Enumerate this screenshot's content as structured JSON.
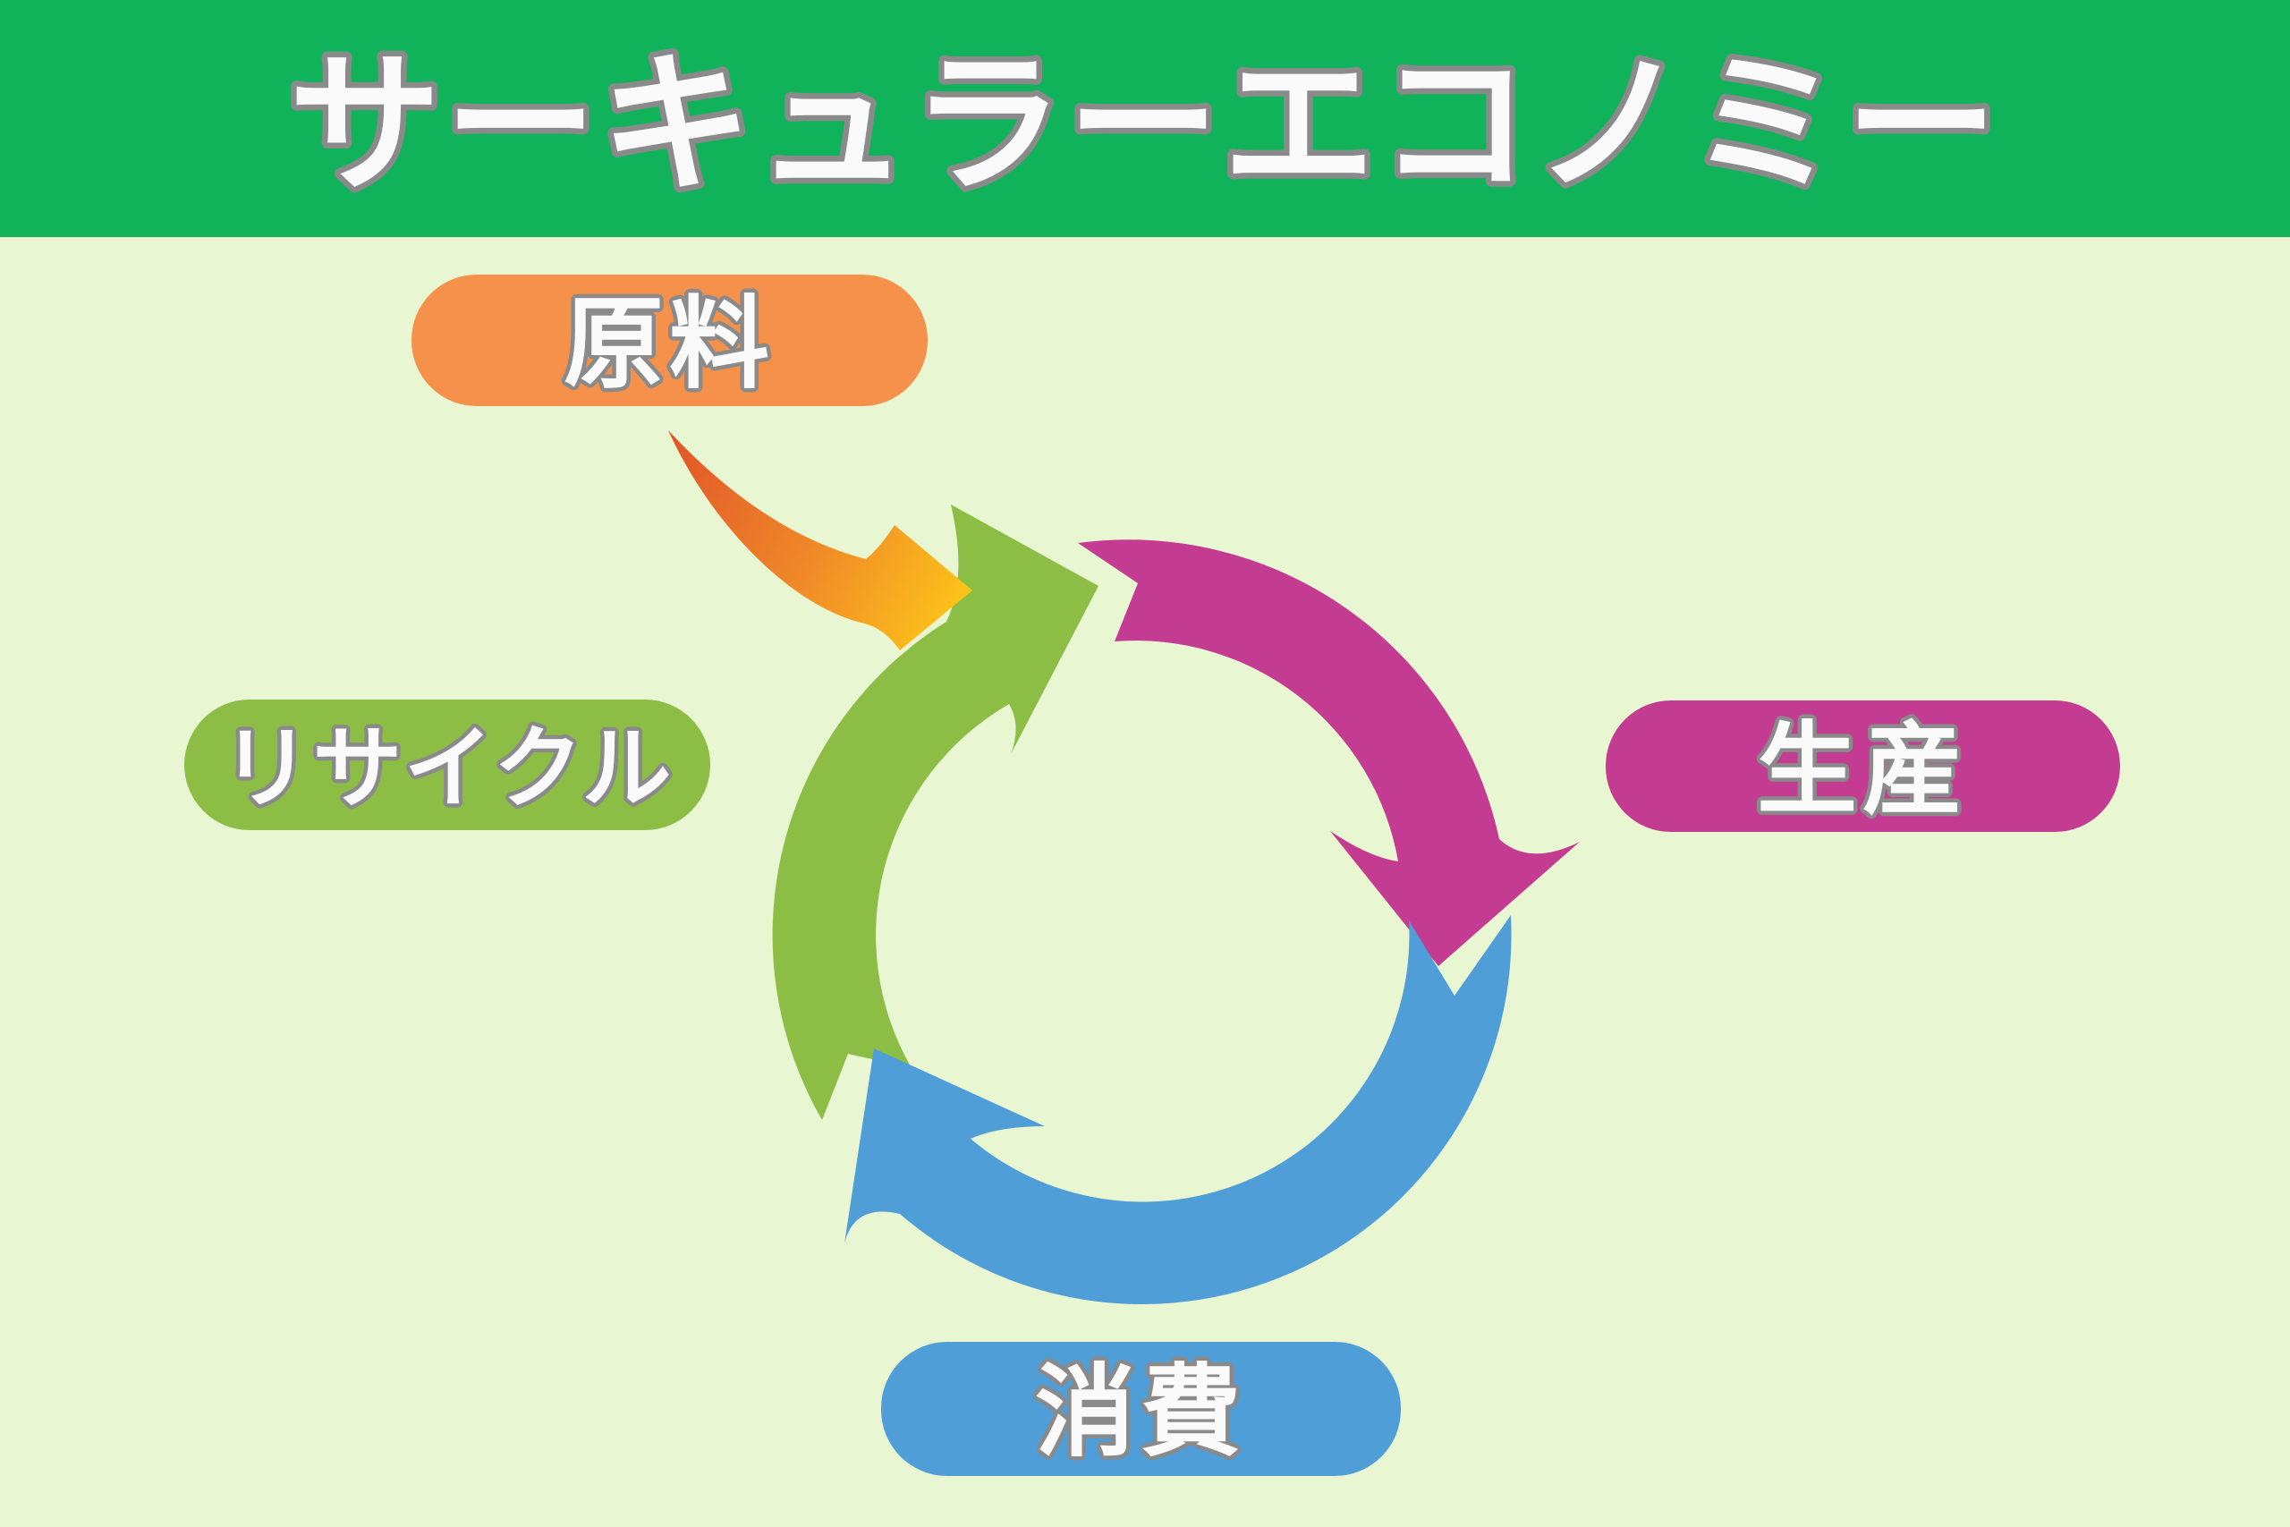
{
  "title": "サーキュラーエコノミー",
  "labels": {
    "raw_material": "原料",
    "production": "生産",
    "consumption": "消費",
    "recycle": "リサイクル"
  },
  "colors": {
    "header_bg": "#10B25A",
    "page_bg": "#E9F6D2",
    "label_text_fill": "#FAFAFA",
    "label_text_outline": "#8A8A8A",
    "raw_material_pill": "#F5914B",
    "production_pill_and_arrow": "#C43C92",
    "consumption_pill_and_arrow": "#4F9ED8",
    "recycle_pill_and_arrow": "#8CBE46",
    "feed_arrow_gradient_start": "#E0542A",
    "feed_arrow_gradient_mid": "#F08A28",
    "feed_arrow_gradient_end": "#FCC419"
  },
  "diagram": {
    "type": "cycle",
    "direction": "clockwise",
    "steps": [
      "原料",
      "生産",
      "消費",
      "リサイクル"
    ]
  }
}
